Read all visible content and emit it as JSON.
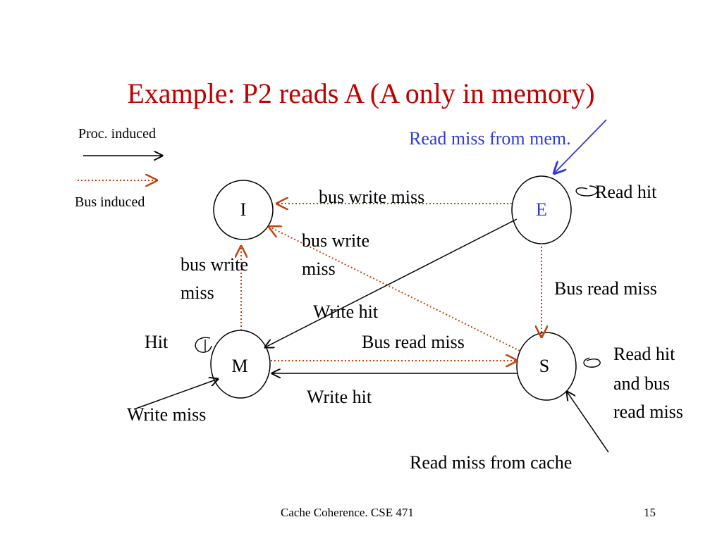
{
  "title": "Example: P2 reads A (A only in memory)",
  "legend": {
    "proc_label": "Proc. induced",
    "bus_label": "Bus induced"
  },
  "states": {
    "I": "I",
    "E": "E",
    "M": "M",
    "S": "S"
  },
  "edges": {
    "e_to_i": "bus write miss",
    "s_to_i_line1": "bus write",
    "s_to_i_line2": "miss",
    "m_to_i_line1": "bus write",
    "m_to_i_line2": "miss",
    "e_to_s": "Bus read miss",
    "e_to_m": "Write hit",
    "m_to_s": "Bus read miss",
    "s_to_m": "Write hit",
    "e_self": "Read hit",
    "m_self": "Hit",
    "s_self_line1": "Read hit",
    "s_self_line2": "and bus",
    "s_self_line3": "read miss",
    "write_miss": "Write miss",
    "read_miss_cache": "Read miss from cache",
    "read_miss_mem": "Read miss from mem."
  },
  "footer": {
    "text": "Cache Coherence.  CSE 471",
    "page": "15"
  },
  "colors": {
    "title": "#c00000",
    "bus_arrow": "#c1440e",
    "highlight": "#2f3bd6",
    "proc_arrow": "#000000"
  }
}
